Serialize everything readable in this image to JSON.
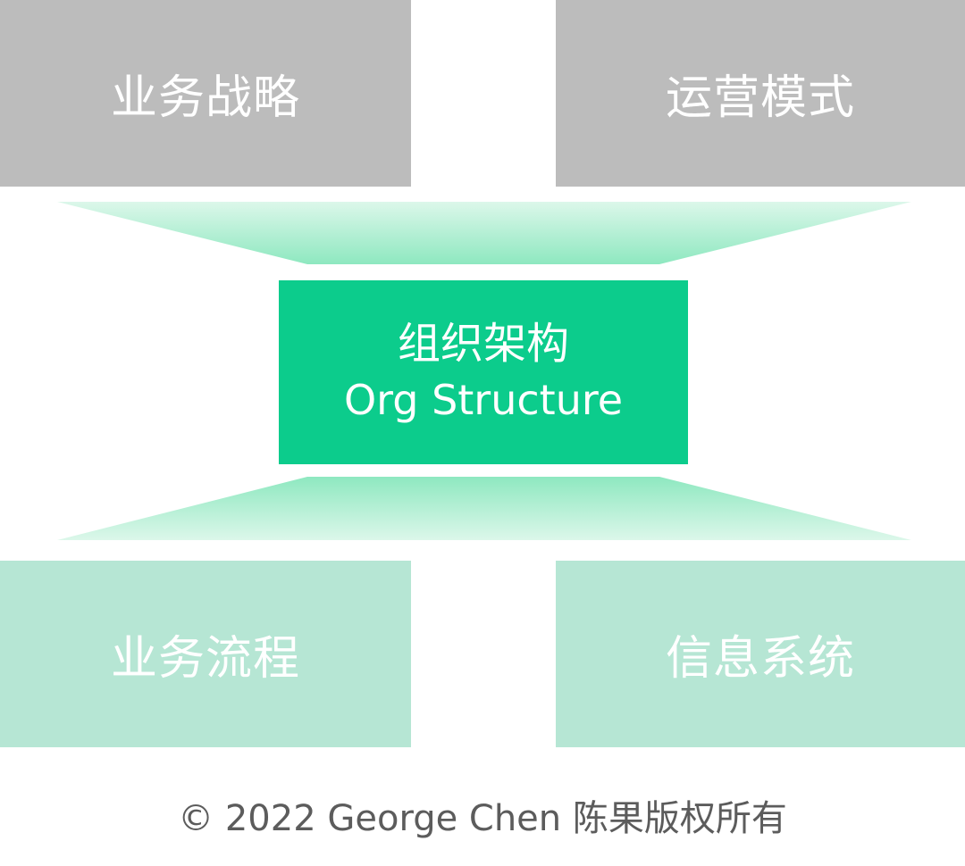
{
  "top_left": {
    "label": "业务战略"
  },
  "top_right": {
    "label": "运营模式"
  },
  "center": {
    "label_cn": "组织架构",
    "label_en": "Org Structure"
  },
  "bottom_left": {
    "label": "业务流程"
  },
  "bottom_right": {
    "label": "信息系统"
  },
  "footer": {
    "copyright": "© 2022 George Chen 陈果版权所有"
  },
  "colors": {
    "top_boxes": "#bcbcbc",
    "bottom_boxes": "#b6e6d4",
    "center_box": "#0ccc8c",
    "funnel": "#8ee8c0"
  }
}
